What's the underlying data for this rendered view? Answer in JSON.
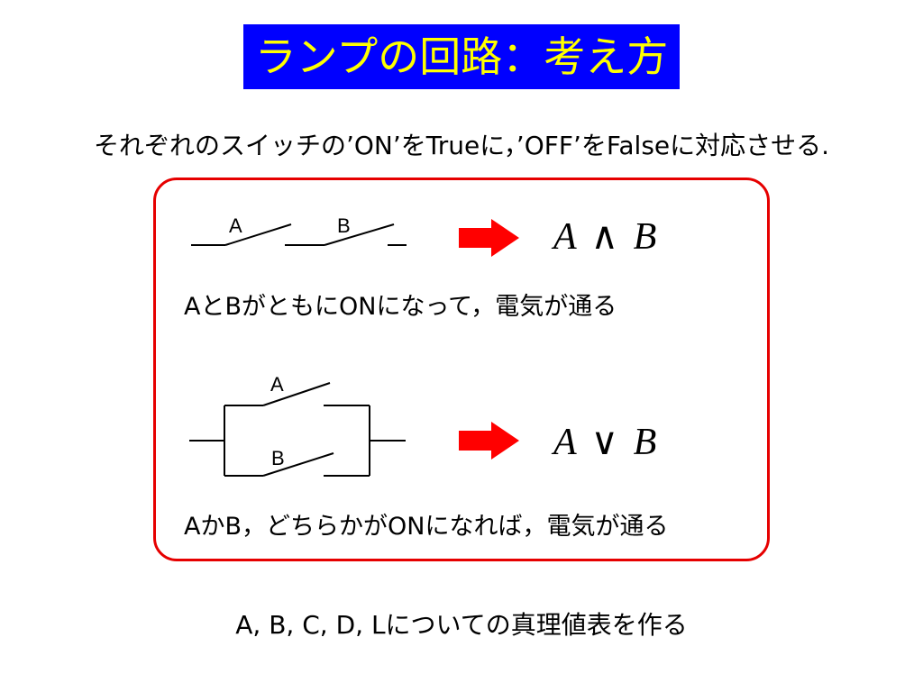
{
  "title": "ランプの回路：考え方",
  "intro": "それぞれのスイッチの’ON’をTrueに，’OFF’をFalseに対応させる.",
  "series_circuit": {
    "switch_a_label": "A",
    "switch_b_label": "B",
    "formula_left": "A",
    "formula_op": "∧",
    "formula_right": "B",
    "description": "AとBがともにONになって，電気が通る"
  },
  "parallel_circuit": {
    "switch_a_label": "A",
    "switch_b_label": "B",
    "formula_left": "A",
    "formula_op": "∨",
    "formula_right": "B",
    "description": "AかB，どちらかがONになれば，電気が通る"
  },
  "bottom_text": "A, B, C, D, Lについての真理値表を作る",
  "colors": {
    "title_bg": "#0000ff",
    "title_text": "#ffff00",
    "box_border": "#e60000",
    "arrow": "#ff0000"
  }
}
